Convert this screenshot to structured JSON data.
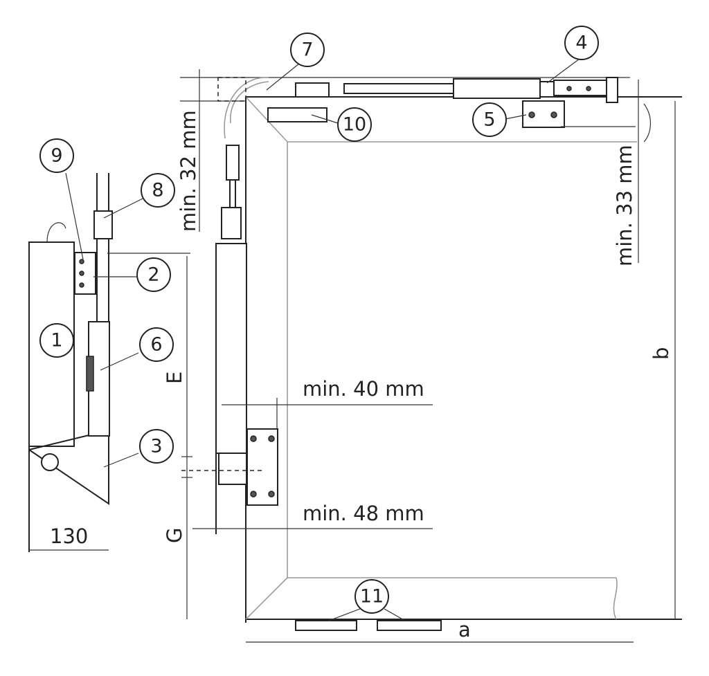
{
  "callouts": [
    "1",
    "2",
    "3",
    "4",
    "5",
    "6",
    "7",
    "8",
    "9",
    "10",
    "11"
  ],
  "dimensions": {
    "min32": "min. 32 mm",
    "min33": "min. 33 mm",
    "min40": "min. 40 mm",
    "min48": "min. 48 mm",
    "width130": "130",
    "E": "E",
    "G": "G",
    "a": "a",
    "b": "b"
  }
}
